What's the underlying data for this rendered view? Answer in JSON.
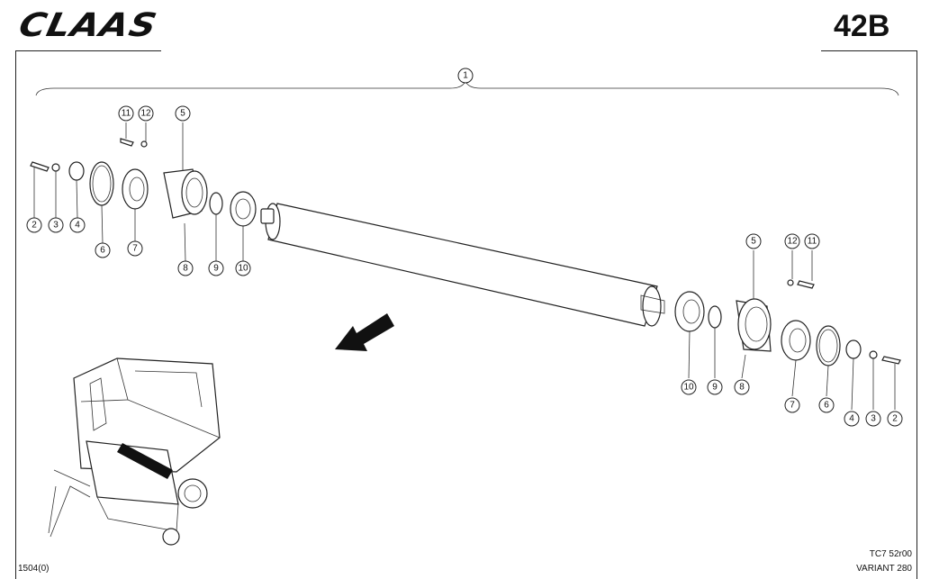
{
  "header": {
    "logo": "CLAAS",
    "page_number": "42B"
  },
  "footer": {
    "left_code": "1504(0)",
    "right_code_1": "TC7 52r00",
    "right_code_2": "VARIANT 280"
  },
  "assembly_label": "1",
  "left_callouts": [
    "2",
    "3",
    "4",
    "6",
    "7",
    "8",
    "9",
    "10",
    "11",
    "12",
    "5"
  ],
  "right_callouts": [
    "10",
    "9",
    "8",
    "7",
    "6",
    "4",
    "3",
    "2",
    "5",
    "12",
    "11"
  ]
}
